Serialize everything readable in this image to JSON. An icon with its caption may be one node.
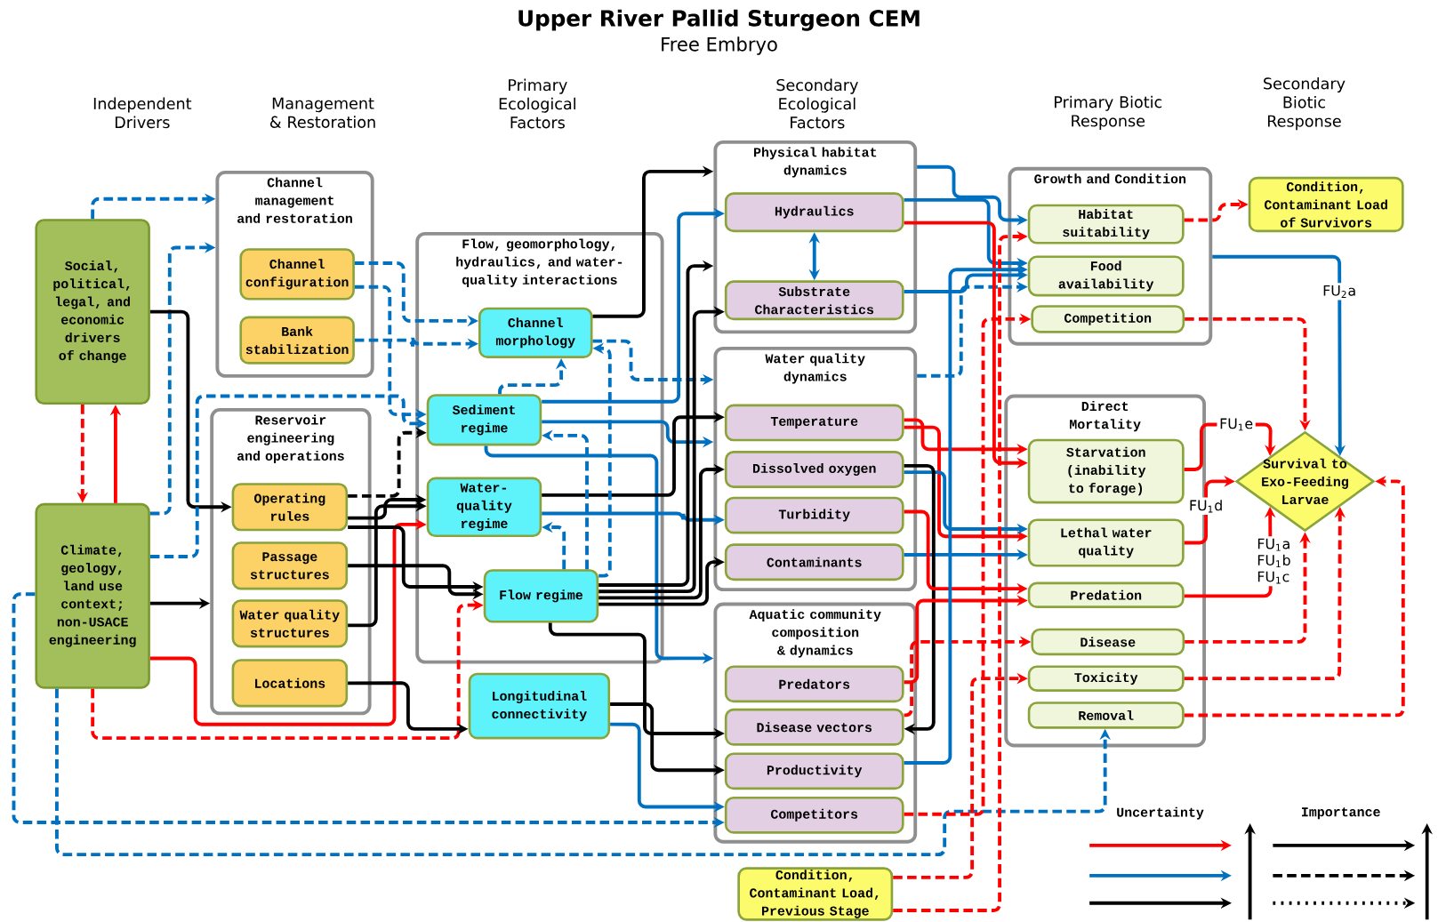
{
  "diagram": {
    "title": "Upper River Pallid Sturgeon CEM",
    "nodes": [
      {
        "text": [
          "Social, political, legal, and economic drivers of change"
        ]
      },
      {
        "text": [
          "Climate, geology, land use context; non-USACE engineering"
        ]
      },
      {
        "text": [
          "Channel management and restoration"
        ]
      },
      {
        "text": [
          "Channel configuration"
        ],
        "in": 2
      },
      {
        "text": [
          "Bank stabilization"
        ],
        "in": 2
      },
      {
        "text": [
          "Reservoir engineering and operations"
        ]
      },
      {
        "text": [
          "Operating rules"
        ],
        "in": 5
      },
      {
        "text": [
          "Passage structures"
        ],
        "in": 5
      },
      {
        "text": [
          "Water quality structures"
        ],
        "in": 5
      },
      {
        "text": [
          "Locations"
        ],
        "in": 5
      },
      {
        "text": [
          "Flow, geomorphology, hydraulics, and water-quality interactions"
        ]
      },
      {
        "text": [
          "Channel morphology"
        ],
        "in": 10
      },
      {
        "text": [
          "Sediment regime"
        ],
        "in": 10
      },
      {
        "text": [
          "Water-quality regime"
        ],
        "in": 10
      },
      {
        "text": [
          "Flow regime"
        ],
        "in": 10
      },
      {
        "text": [
          "Longitudinal connectivity"
        ]
      },
      {
        "text": [
          "Physical habitat dynamics"
        ]
      },
      {
        "text": [
          "Hydraulics"
        ],
        "in": 16
      },
      {
        "text": [
          "Substrate Characteristics"
        ],
        "in": 16
      },
      {
        "text": [
          "Water quality dynamics"
        ]
      },
      {
        "text": [
          "Temperature"
        ],
        "in": 19
      },
      {
        "text": [
          "Dissolved oxygen"
        ],
        "in": 19
      },
      {
        "text": [
          "Turbidity"
        ],
        "in": 19
      },
      {
        "text": [
          "Contaminants"
        ],
        "in": 19
      },
      {
        "text": [
          "Aquatic community composition & dynamics"
        ]
      },
      {
        "text": [
          "Predators"
        ],
        "in": 24
      },
      {
        "text": [
          "Disease vectors"
        ],
        "in": 24
      },
      {
        "text": [
          "Productivity"
        ],
        "in": 24
      },
      {
        "text": [
          "Competitors"
        ],
        "in": 24
      },
      {
        "text": [
          "Condition, Contaminant Load, Previous Stage"
        ]
      },
      {
        "text": [
          "Growth and Condition"
        ]
      },
      {
        "text": [
          "Habitat suitability"
        ],
        "in": 30
      },
      {
        "text": [
          "Food availability"
        ],
        "in": 30
      },
      {
        "text": [
          "Competition"
        ],
        "in": 30
      },
      {
        "text": [
          "Direct Mortality"
        ]
      },
      {
        "text": [
          "Starvation (inability to forage)"
        ],
        "in": 34
      },
      {
        "text": [
          "Lethal water quality"
        ],
        "in": 34
      },
      {
        "text": [
          "Predation"
        ],
        "in": 34
      },
      {
        "text": [
          "Disease"
        ],
        "in": 34
      },
      {
        "text": [
          "Toxicity"
        ],
        "in": 34
      },
      {
        "text": [
          "Removal"
        ],
        "in": 34
      },
      {
        "text": [
          "Condition, Contaminant Load of Survivors"
        ]
      },
      {
        "text": [
          "Survival to Exo-Feeding Larvae"
        ]
      }
    ],
    "edges": [
      {
        "from": 0,
        "to": 2,
        "arrow": "to",
        "style": "dashed"
      },
      {
        "from": 1,
        "to": 2,
        "arrow": "to",
        "style": "dashed"
      },
      {
        "from": 0,
        "to": 6,
        "arrow": "to",
        "color": "#000000"
      },
      {
        "from": 1,
        "to": 0,
        "arrow": "to",
        "color": "#ff0000"
      },
      {
        "from": 0,
        "to": 1,
        "arrow": "to",
        "style": "dashed",
        "color": "#ff0000"
      },
      {
        "from": 1,
        "to": 12,
        "arrow": "to",
        "style": "dashed"
      },
      {
        "from": 1,
        "to": 5,
        "arrow": "to",
        "color": "#000000"
      },
      {
        "from": 1,
        "to": 13,
        "arrow": "to",
        "color": "#ff0000"
      },
      {
        "from": 1,
        "to": 14,
        "arrow": "to",
        "style": "dashed",
        "color": "#ff0000"
      },
      {
        "from": 1,
        "to": 28,
        "arrow": "to",
        "style": "dashed"
      },
      {
        "from": 1,
        "to": 40,
        "arrow": "to",
        "style": "dashed"
      },
      {
        "from": 3,
        "to": 11,
        "arrow": "to",
        "style": "dashed"
      },
      {
        "from": 3,
        "to": 12,
        "arrow": "to",
        "style": "dashed"
      },
      {
        "from": 4,
        "to": 11,
        "arrow": "to",
        "style": "dashed"
      },
      {
        "from": 6,
        "to": 12,
        "arrow": "to",
        "style": "dashed",
        "color": "#000000"
      },
      {
        "from": 6,
        "to": 13,
        "arrow": "to",
        "color": "#000000"
      },
      {
        "from": 6,
        "to": 14,
        "arrow": "to",
        "color": "#000000"
      },
      {
        "from": 7,
        "to": 14,
        "arrow": "to",
        "color": "#000000"
      },
      {
        "from": 8,
        "to": 13,
        "arrow": "to",
        "color": "#000000"
      },
      {
        "from": 9,
        "to": 15,
        "arrow": "to",
        "color": "#000000"
      },
      {
        "from": 11,
        "to": 16,
        "arrow": "to",
        "color": "#000000"
      },
      {
        "from": 11,
        "to": 19,
        "arrow": "to",
        "style": "dashed"
      },
      {
        "from": 12,
        "to": 11,
        "arrow": "to",
        "style": "dashed"
      },
      {
        "from": 12,
        "to": 17,
        "arrow": "to"
      },
      {
        "from": 12,
        "to": 19,
        "arrow": "to"
      },
      {
        "from": 12,
        "to": 24,
        "arrow": "to"
      },
      {
        "from": 13,
        "to": 20,
        "arrow": "to",
        "color": "#000000"
      },
      {
        "from": 13,
        "to": 22,
        "arrow": "to"
      },
      {
        "from": 14,
        "to": 12,
        "arrow": "to",
        "style": "dashed"
      },
      {
        "from": 14,
        "to": 11,
        "arrow": "to",
        "style": "dashed"
      },
      {
        "from": 14,
        "to": 13,
        "arrow": "to",
        "style": "dashed"
      },
      {
        "from": 14,
        "to": 16,
        "arrow": "to",
        "color": "#000000"
      },
      {
        "from": 14,
        "to": 18,
        "arrow": "to",
        "color": "#000000"
      },
      {
        "from": 14,
        "to": 21,
        "arrow": "to",
        "color": "#000000"
      },
      {
        "from": 14,
        "to": 23,
        "arrow": "to",
        "color": "#000000"
      },
      {
        "from": 14,
        "to": 26,
        "arrow": "to",
        "color": "#000000"
      },
      {
        "from": 15,
        "to": 27,
        "arrow": "to",
        "color": "#000000"
      },
      {
        "from": 15,
        "to": 28,
        "arrow": "to"
      },
      {
        "from": 17,
        "to": 18,
        "arrow": "both"
      },
      {
        "from": 16,
        "to": 31,
        "arrow": "to"
      },
      {
        "from": 17,
        "to": 32,
        "arrow": "to"
      },
      {
        "from": 18,
        "to": 32,
        "arrow": "to"
      },
      {
        "from": 19,
        "to": 32,
        "arrow": "to",
        "style": "dashed"
      },
      {
        "from": 17,
        "to": 35,
        "arrow": "to",
        "color": "#ff0000"
      },
      {
        "from": 20,
        "to": 35,
        "arrow": "to",
        "color": "#ff0000"
      },
      {
        "from": 20,
        "to": 36,
        "arrow": "to",
        "color": "#ff0000"
      },
      {
        "from": 21,
        "to": 36,
        "arrow": "to"
      },
      {
        "from": 23,
        "to": 36,
        "arrow": "to"
      },
      {
        "from": 21,
        "to": 26,
        "arrow": "to",
        "color": "#000000"
      },
      {
        "from": 22,
        "to": 37,
        "arrow": "to",
        "color": "#ff0000"
      },
      {
        "from": 25,
        "to": 37,
        "arrow": "to",
        "color": "#ff0000"
      },
      {
        "from": 26,
        "to": 38,
        "arrow": "to",
        "style": "dashed",
        "color": "#ff0000"
      },
      {
        "from": 27,
        "to": 32,
        "arrow": "to"
      },
      {
        "from": 28,
        "to": 33,
        "arrow": "to",
        "style": "dashed",
        "color": "#ff0000"
      },
      {
        "from": 29,
        "to": 39,
        "arrow": "to",
        "style": "dashed",
        "color": "#ff0000"
      },
      {
        "from": 29,
        "to": 31,
        "arrow": "to",
        "style": "dashed",
        "color": "#ff0000"
      },
      {
        "from": 31,
        "to": 41,
        "arrow": "to",
        "style": "dashed",
        "color": "#ff0000"
      },
      {
        "from": 33,
        "to": 42,
        "arrow": "to",
        "style": "dashed",
        "color": "#ff0000"
      },
      {
        "from": 30,
        "to": 42,
        "arrow": "to",
        "label": "FU$_{2}$a"
      },
      {
        "from": 35,
        "to": 42,
        "arrow": "to",
        "color": "#ff0000",
        "label": "FU$_{1}$e"
      },
      {
        "from": 36,
        "to": 42,
        "arrow": "to",
        "color": "#ff0000",
        "label": "FU$_{1}$d"
      },
      {
        "from": 37,
        "to": 42,
        "arrow": "to",
        "color": "#ff0000",
        "label": "FU$_{1}$a FU$_{1}$b FU$_{1}$c"
      },
      {
        "from": 38,
        "to": 42,
        "arrow": "to",
        "style": "dashed",
        "color": "#ff0000"
      },
      {
        "from": 39,
        "to": 42,
        "arrow": "to",
        "style": "dashed",
        "color": "#ff0000"
      },
      {
        "from": 40,
        "to": 42,
        "arrow": "to",
        "style": "dashed",
        "color": "#ff0000"
      }
    ],
    "labels": [
      "Free Embryo",
      "Independent Drivers",
      "Management & Restoration",
      "Primary Ecological Factors",
      "Secondary Ecological Factors",
      "Primary Biotic Response",
      "Secondary Biotic Response",
      "Uncertainty",
      "Importance"
    ]
  }
}
